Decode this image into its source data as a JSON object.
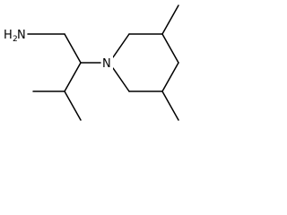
{
  "molecule": {
    "amine": {
      "element": "N",
      "hydrogen": "H",
      "hydrogen_count": "2"
    },
    "ring_nitrogen": "N"
  }
}
